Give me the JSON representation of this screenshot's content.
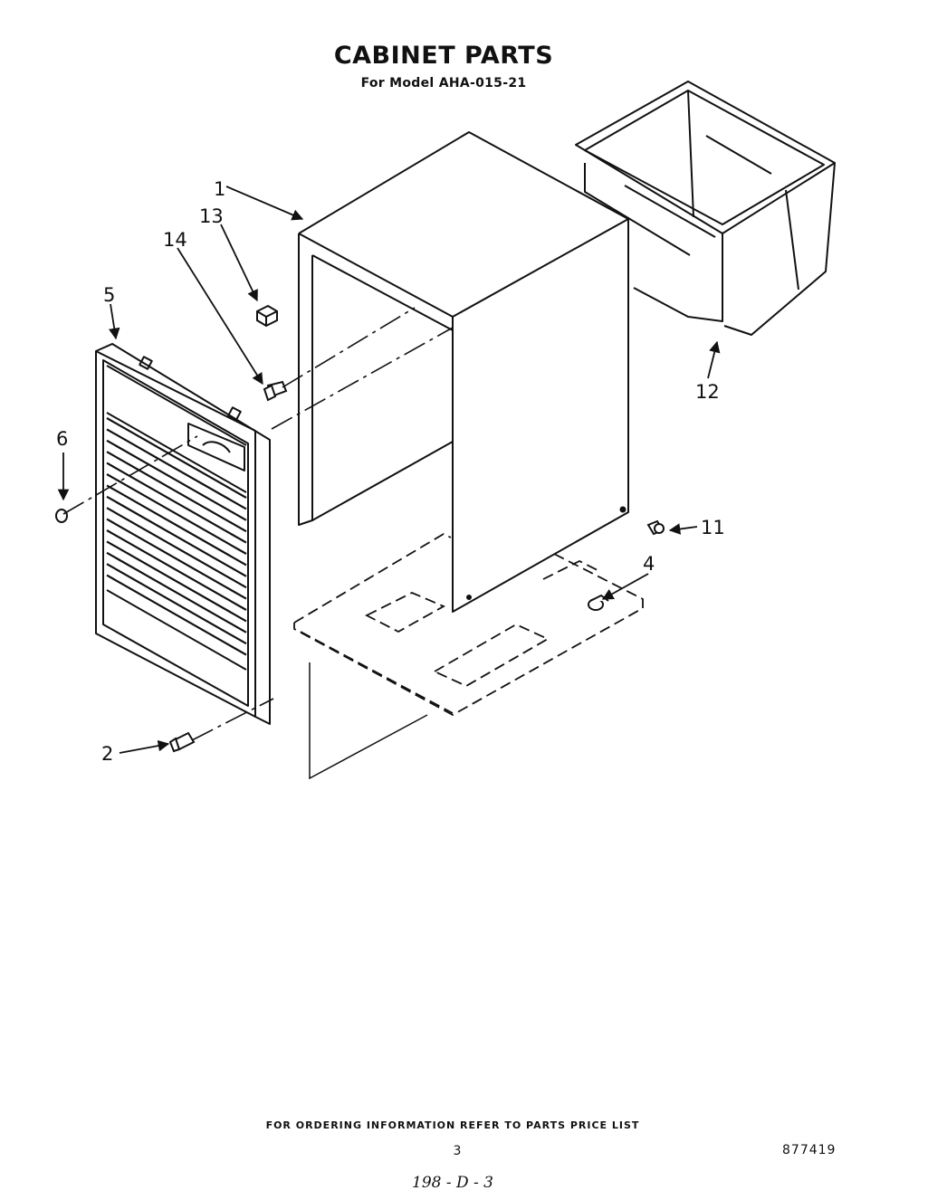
{
  "title": "CABINET PARTS",
  "subtitle": "For Model AHA-015-21",
  "callouts": [
    "1",
    "13",
    "14",
    "5",
    "6",
    "12",
    "11",
    "4",
    "2"
  ],
  "footer": {
    "ordering_note": "FOR ORDERING INFORMATION REFER TO PARTS PRICE LIST",
    "page_number": "3",
    "doc_code": "877419",
    "handwritten": "198 - D - 3"
  }
}
